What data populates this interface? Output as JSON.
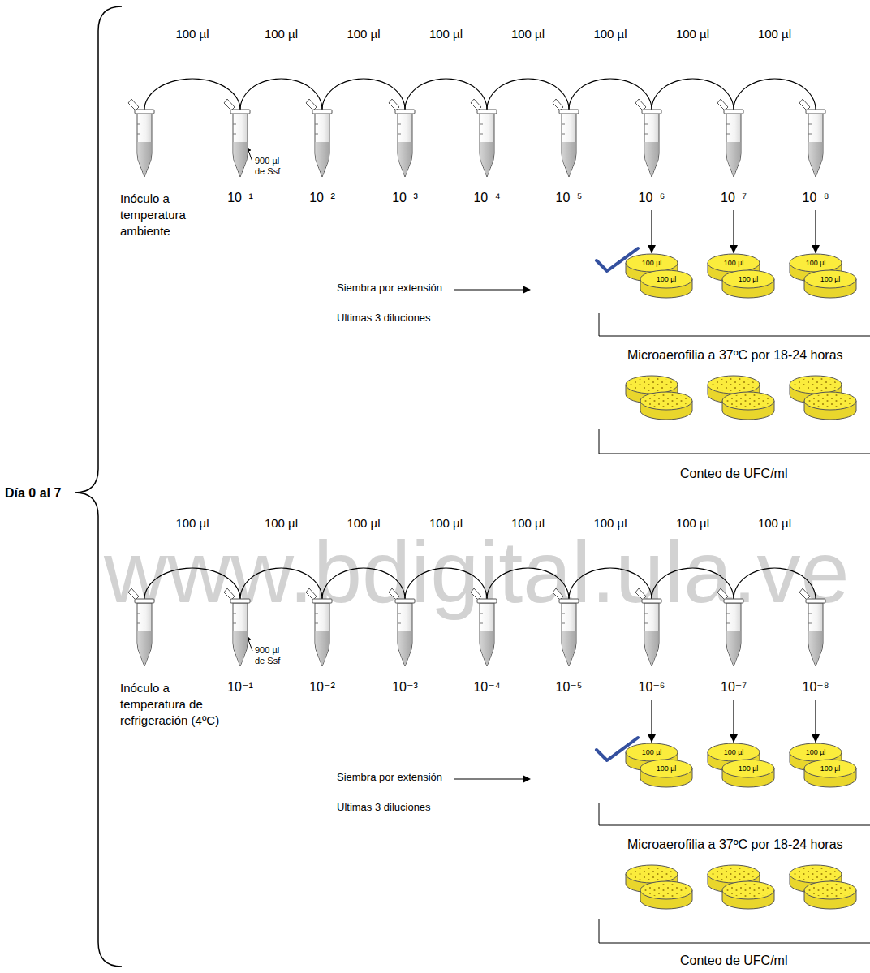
{
  "diagram": {
    "nodes": [
      {
        "text": [
          "Inóculo a temperatura ambiente"
        ]
      },
      {
        "text": [
          "10⁻¹"
        ]
      },
      {
        "text": [
          "10⁻²"
        ]
      },
      {
        "text": [
          "10⁻³"
        ]
      },
      {
        "text": [
          "10⁻⁴"
        ]
      },
      {
        "text": [
          "10⁻⁵"
        ]
      },
      {
        "text": [
          "10⁻⁶"
        ]
      },
      {
        "text": [
          "10⁻⁷"
        ]
      },
      {
        "text": [
          "10⁻⁸"
        ]
      },
      {
        "text": [
          "100 µl"
        ]
      },
      {
        "text": [
          "100 µl"
        ]
      },
      {
        "text": [
          "100 µl"
        ]
      },
      {
        "text": [
          "100 µl"
        ]
      },
      {
        "text": [
          "100 µl"
        ]
      },
      {
        "text": [
          "100 µl"
        ]
      },
      {
        "text": [
          "Inóculo a temperatura de refrigeración (4ºC)"
        ]
      },
      {
        "text": [
          "10⁻¹"
        ]
      },
      {
        "text": [
          "10⁻²"
        ]
      },
      {
        "text": [
          "10⁻³"
        ]
      },
      {
        "text": [
          "10⁻⁴"
        ]
      },
      {
        "text": [
          "10⁻⁵"
        ]
      },
      {
        "text": [
          "10⁻⁶"
        ]
      },
      {
        "text": [
          "10⁻⁷"
        ]
      },
      {
        "text": [
          "10⁻⁸"
        ]
      },
      {
        "text": [
          "100 µl"
        ]
      },
      {
        "text": [
          "100 µl"
        ]
      },
      {
        "text": [
          "100 µl"
        ]
      },
      {
        "text": [
          "100 µl"
        ]
      },
      {
        "text": [
          "100 µl"
        ]
      },
      {
        "text": [
          "100 µl"
        ]
      }
    ],
    "edges": [
      {
        "from": 0,
        "to": 1,
        "arrow": "none",
        "label": "100 µl"
      },
      {
        "from": 1,
        "to": 2,
        "arrow": "none",
        "label": "100 µl"
      },
      {
        "from": 2,
        "to": 3,
        "arrow": "none",
        "label": "100 µl"
      },
      {
        "from": 3,
        "to": 4,
        "arrow": "none",
        "label": "100 µl"
      },
      {
        "from": 4,
        "to": 5,
        "arrow": "none",
        "label": "100 µl"
      },
      {
        "from": 5,
        "to": 6,
        "arrow": "none",
        "label": "100 µl"
      },
      {
        "from": 6,
        "to": 7,
        "arrow": "none",
        "label": "100 µl"
      },
      {
        "from": 7,
        "to": 8,
        "arrow": "none",
        "label": "100 µl"
      },
      {
        "from": 6,
        "to": 9,
        "arrow": "to"
      },
      {
        "from": 7,
        "to": 11,
        "arrow": "to"
      },
      {
        "from": 8,
        "to": 13,
        "arrow": "to"
      },
      {
        "from": 15,
        "to": 16,
        "arrow": "none",
        "label": "100 µl"
      },
      {
        "from": 16,
        "to": 17,
        "arrow": "none",
        "label": "100 µl"
      },
      {
        "from": 17,
        "to": 18,
        "arrow": "none",
        "label": "100 µl"
      },
      {
        "from": 18,
        "to": 19,
        "arrow": "none",
        "label": "100 µl"
      },
      {
        "from": 19,
        "to": 20,
        "arrow": "none",
        "label": "100 µl"
      },
      {
        "from": 20,
        "to": 21,
        "arrow": "none",
        "label": "100 µl"
      },
      {
        "from": 21,
        "to": 22,
        "arrow": "none",
        "label": "100 µl"
      },
      {
        "from": 22,
        "to": 23,
        "arrow": "none",
        "label": "100 µl"
      },
      {
        "from": 21,
        "to": 24,
        "arrow": "to"
      },
      {
        "from": 22,
        "to": 26,
        "arrow": "to"
      },
      {
        "from": 23,
        "to": 28,
        "arrow": "to"
      }
    ],
    "labels": [
      "900 µl de Ssf",
      "Siembra por extensión",
      "Ultimas 3 diluciones",
      "Microaerofilia a 37ºC por 18-24 horas",
      "Conteo de UFC/ml",
      "Día 0 al 7",
      "www.bdigital.ula.ve",
      "900 µl de Ssf",
      "Siembra por extensión",
      "Ultimas 3 diluciones",
      "Microaerofilia a 37ºC por 18-24 horas",
      "Conteo de UFC/ml"
    ]
  }
}
